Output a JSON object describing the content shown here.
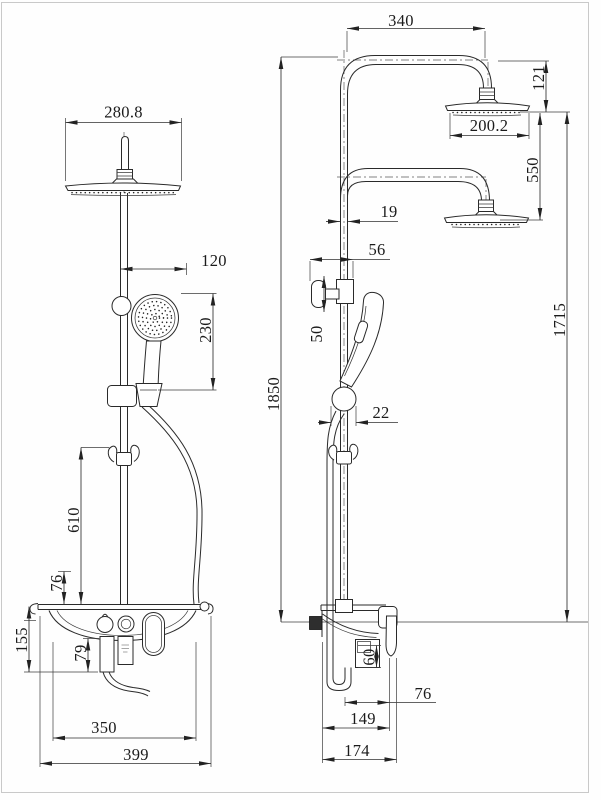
{
  "dims": {
    "front": {
      "head_width": "280.8",
      "handset_offset": "120",
      "handset_length": "230",
      "column_height": "1850",
      "bar_to_shelf": "610",
      "shelf_gap": "76",
      "shelf_height": "155",
      "under_shelf": "79",
      "shelf_span": "350",
      "shelf_width": "399"
    },
    "side": {
      "arm_reach": "340",
      "head_drop": "121",
      "head_size": "200.2",
      "head_gap": "550",
      "pipe_dia": "19",
      "bracket_offset": "56",
      "bracket_size": "50",
      "slider_dia": "22",
      "outlet_height": "1715",
      "spout_drop": "60",
      "spout_reach": "76",
      "depth_inner": "149",
      "depth": "174"
    }
  }
}
